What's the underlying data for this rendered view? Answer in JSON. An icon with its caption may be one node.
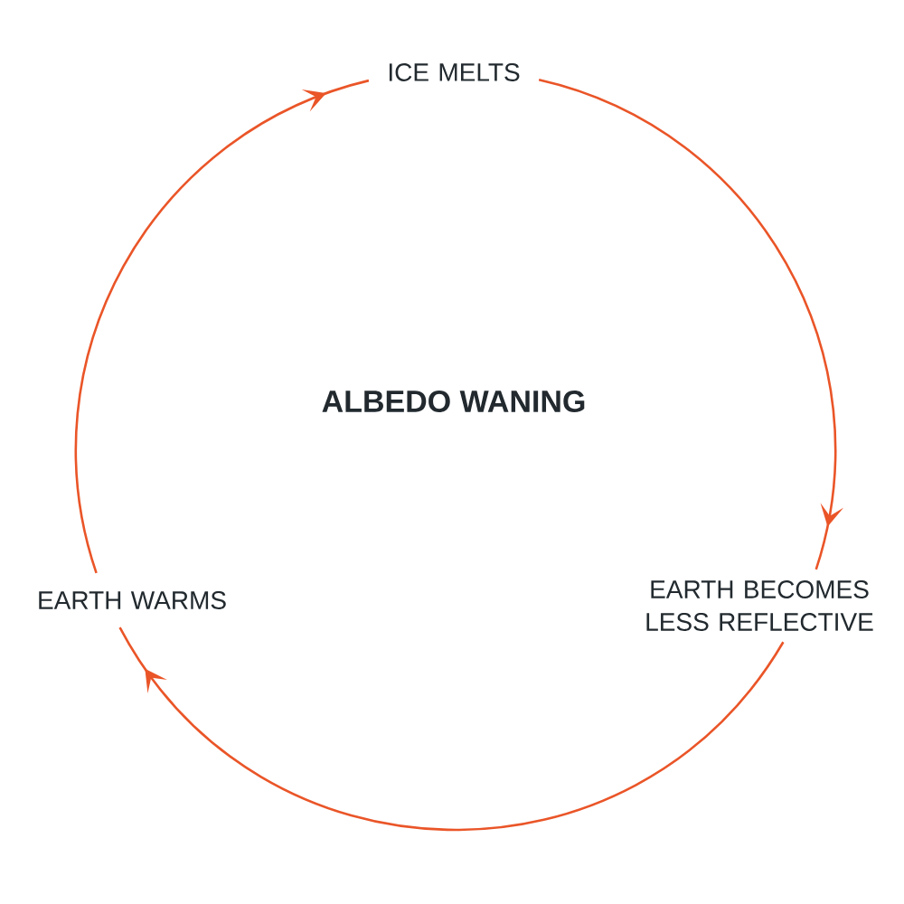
{
  "diagram": {
    "title": "ALBEDO WANING",
    "nodes": [
      {
        "text": [
          "ICE MELTS"
        ]
      },
      {
        "text": [
          "EARTH BECOMES LESS REFLECTIVE"
        ]
      },
      {
        "text": [
          "EARTH WARMS"
        ]
      }
    ],
    "edges": [
      {
        "from": 0,
        "to": 1,
        "arrow": "to"
      },
      {
        "from": 1,
        "to": 2,
        "arrow": "to"
      },
      {
        "from": 2,
        "to": 0,
        "arrow": "to"
      }
    ]
  }
}
